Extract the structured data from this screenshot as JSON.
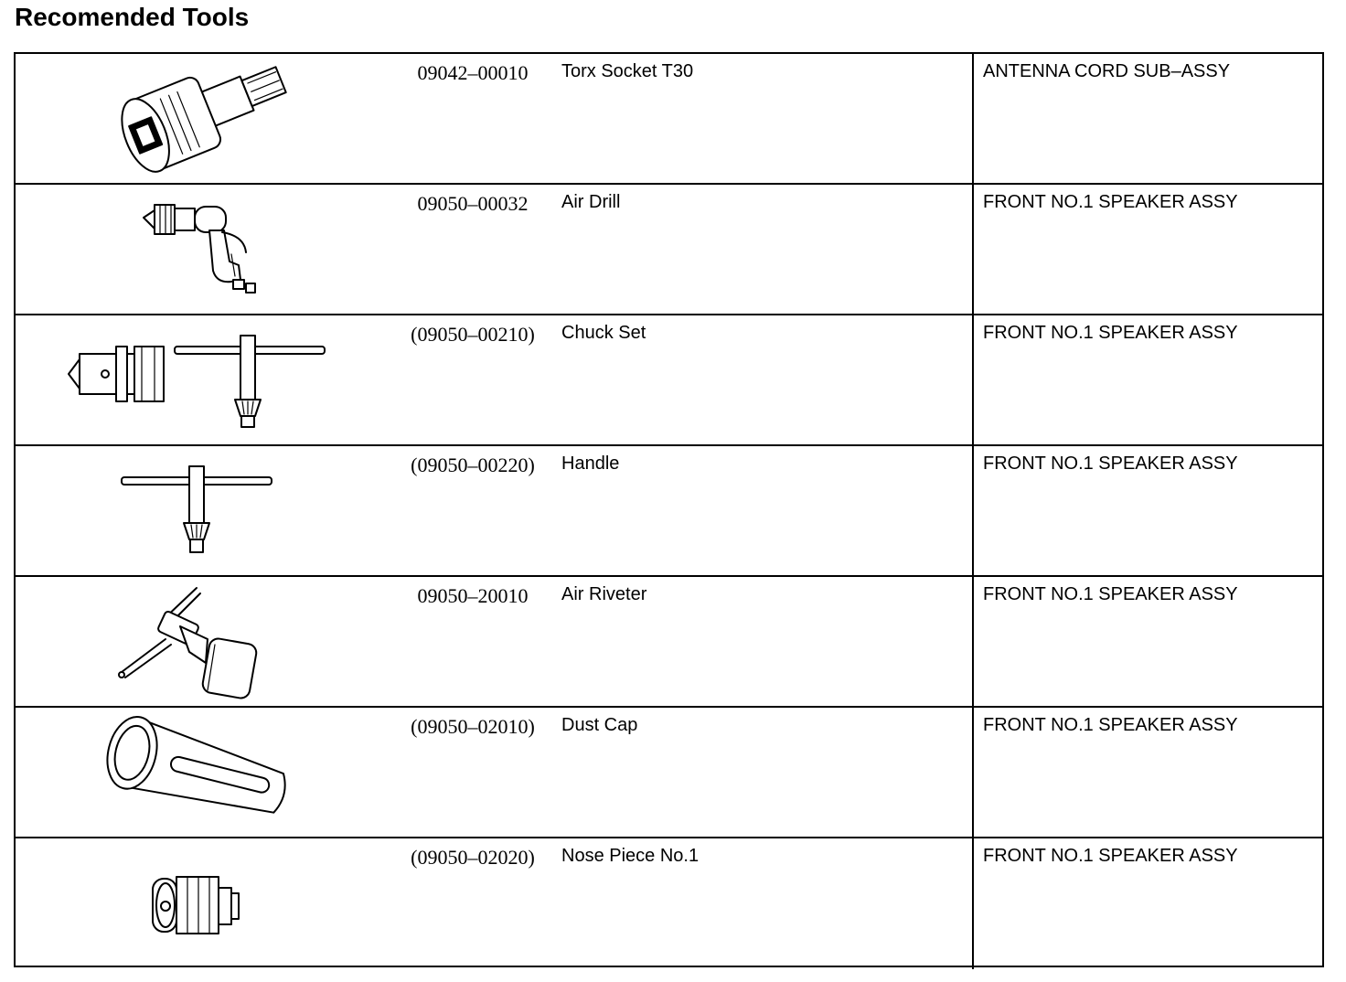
{
  "page": {
    "title": "Recomended Tools"
  },
  "tools": [
    {
      "part_number": "09042–00010",
      "name": "Torx Socket T30",
      "applies_to": "ANTENNA CORD SUB–ASSY",
      "icon": "torx-socket-icon"
    },
    {
      "part_number": "09050–00032",
      "name": "Air Drill",
      "applies_to": "FRONT NO.1 SPEAKER ASSY",
      "icon": "air-drill-icon"
    },
    {
      "part_number": "(09050–00210)",
      "name": "Chuck Set",
      "applies_to": "FRONT NO.1 SPEAKER ASSY",
      "icon": "chuck-set-icon"
    },
    {
      "part_number": "(09050–00220)",
      "name": "Handle",
      "applies_to": "FRONT NO.1 SPEAKER ASSY",
      "icon": "chuck-handle-icon"
    },
    {
      "part_number": "09050–20010",
      "name": "Air Riveter",
      "applies_to": "FRONT NO.1 SPEAKER ASSY",
      "icon": "air-riveter-icon"
    },
    {
      "part_number": "(09050–02010)",
      "name": "Dust Cap",
      "applies_to": "FRONT NO.1 SPEAKER ASSY",
      "icon": "dust-cap-icon"
    },
    {
      "part_number": "(09050–02020)",
      "name": "Nose Piece No.1",
      "applies_to": "FRONT NO.1 SPEAKER ASSY",
      "icon": "nose-piece-icon"
    }
  ]
}
